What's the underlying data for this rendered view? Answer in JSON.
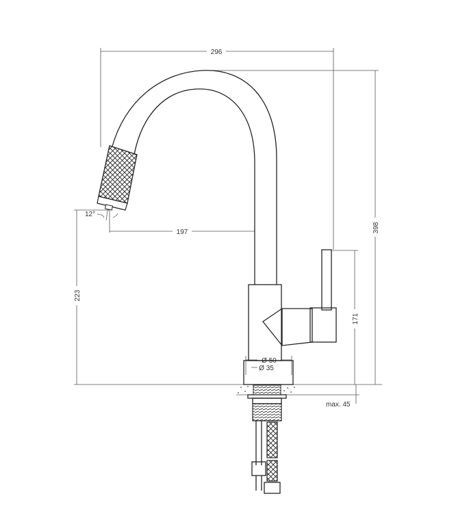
{
  "drawing": {
    "dimensions": {
      "overall_width": "296",
      "overall_height": "398",
      "spout_reach": "197",
      "spout_angle": "12°",
      "spout_height": "223",
      "handle_height": "171",
      "base_diameter": "Ø 50",
      "mount_hole_diameter": "Ø 35",
      "max_countertop": "max. 45"
    }
  }
}
